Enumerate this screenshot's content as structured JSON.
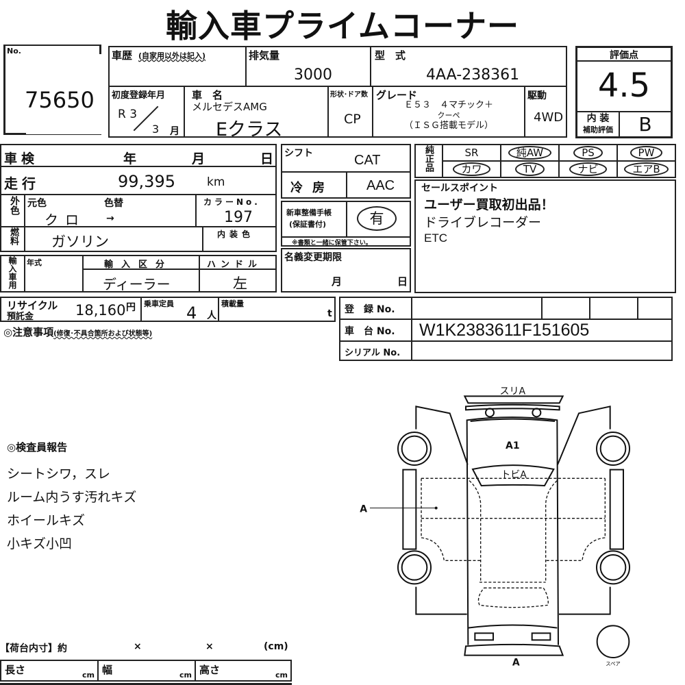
{
  "title": "輸入車プライムコーナー",
  "lot": {
    "label": "No.",
    "value": "75650"
  },
  "history": {
    "label": "車歴",
    "note": "(自家用以外は記入)",
    "value": ""
  },
  "displacement": {
    "label": "排気量",
    "value": "3000"
  },
  "model_code": {
    "label": "型　式",
    "value": "4AA-238361"
  },
  "first_reg": {
    "label": "初度登録年月",
    "year": "R 3",
    "month": "3",
    "month_unit": "月"
  },
  "car_name": {
    "label": "車　名",
    "maker": "メルセデスAMG",
    "name": "Eクラス"
  },
  "body": {
    "label": "形状･ドア数",
    "value": "CP"
  },
  "grade": {
    "label": "グレード",
    "lines": [
      "Ｅ５３　４マチック＋",
      "クーペ",
      "（ＩＳＧ搭載モデル）"
    ]
  },
  "drive": {
    "label": "駆動",
    "value": "4WD"
  },
  "score": {
    "label": "評価点",
    "value": "4.5",
    "interior_label1": "内 装",
    "interior_label2": "補助評価",
    "interior_value": "B"
  },
  "inspection": {
    "label": "車検",
    "year": "年",
    "month": "月",
    "day": "日"
  },
  "mileage": {
    "label": "走行",
    "value": "99,395",
    "unit": "km"
  },
  "exterior": {
    "label": "外色",
    "orig_label": "元色",
    "change_label": "色替",
    "orig_value": "クロ",
    "arrow": "→",
    "color_no_label": "カラーNo.",
    "color_no": "197"
  },
  "fuel": {
    "label": "燃料",
    "value": "ガソリン",
    "interior_color_label": "内装色"
  },
  "import": {
    "label": "輸入車用",
    "year_label": "年式",
    "class_label": "輸入区分",
    "class_value": "ディーラー",
    "handle_label": "ハンドル",
    "handle_value": "左"
  },
  "shift": {
    "label": "シフト",
    "value": "CAT"
  },
  "ac": {
    "label": "冷房",
    "value": "AAC"
  },
  "manual": {
    "label1": "新車整備手帳",
    "label2": "(保証書付)",
    "value": "有",
    "note": "※書類と一緒に保管下さい。"
  },
  "name_change": {
    "label": "名義変更期限",
    "month": "月",
    "day": "日"
  },
  "equipment": {
    "label": "純正品",
    "items": [
      {
        "label": "SR",
        "circled": false
      },
      {
        "label": "純AW",
        "circled": true
      },
      {
        "label": "PS",
        "circled": true
      },
      {
        "label": "PW",
        "circled": true
      },
      {
        "label": "カワ",
        "circled": true
      },
      {
        "label": "TV",
        "circled": true
      },
      {
        "label": "ナビ",
        "circled": true
      },
      {
        "label": "エアB",
        "circled": true
      }
    ]
  },
  "sales_points": {
    "label": "セールスポイント",
    "lines": [
      "ユーザー買取初出品！",
      "ドライブレコーダー",
      "ETC"
    ]
  },
  "recycle": {
    "label1": "リサイクル",
    "label2": "預託金",
    "value": "18,160",
    "unit": "円"
  },
  "capacity": {
    "label": "乗車定員",
    "value": "4",
    "unit": "人"
  },
  "load": {
    "label": "積載量",
    "unit": "t"
  },
  "notes": {
    "label": "◎注意事項",
    "sub": "(修復･不具合箇所および状態等)"
  },
  "registration": {
    "reg_label": "登　録 No.",
    "chassis_label": "車　台 No.",
    "chassis_value": "W1K2383611F151605",
    "serial_label": "シリアル No."
  },
  "inspector": {
    "label": "◎検査員報告",
    "lines": [
      "シートシワ，スレ",
      "ルーム内うす汚れキズ",
      "ホイールキズ",
      "小キズ小凹"
    ]
  },
  "diagram": {
    "front": "スリA",
    "hood": "A1",
    "windshield": "トビA",
    "left_side": "A",
    "rear": "A",
    "spare": "スペア"
  },
  "cargo": {
    "label": "【荷台内寸】約",
    "x1": "×",
    "x2": "×",
    "unit": "(cm)",
    "length": "長さ",
    "width": "幅",
    "height": "高さ",
    "cm": "cm"
  }
}
